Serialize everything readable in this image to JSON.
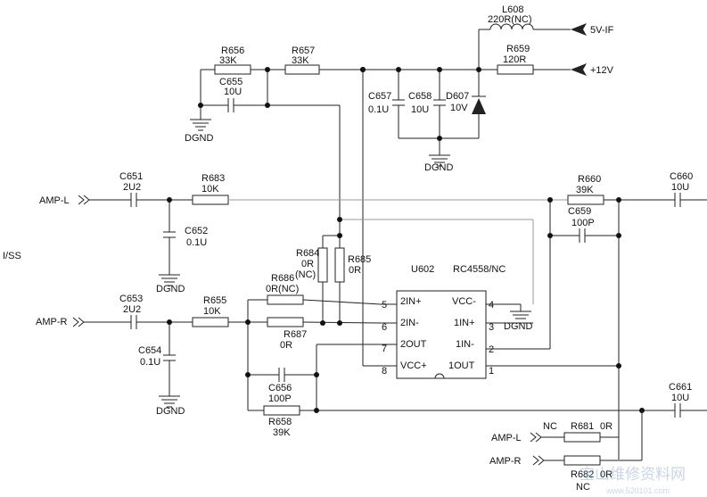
{
  "labels": {
    "R656": "R656",
    "R656_val": "33K",
    "R657": "R657",
    "R657_val": "33K",
    "C655": "C655",
    "C655_val": "10U",
    "DGND_a": "DGND",
    "L608": "L608",
    "L608_val": "220R(NC)",
    "R659": "R659",
    "R659_val": "120R",
    "pwr_5vif": "5V-IF",
    "pwr_12v": "+12V",
    "C657": "C657",
    "C657_val": "0.1U",
    "C658": "C658",
    "C658_val": "10U",
    "D607": "D607",
    "D607_val": "10V",
    "DGND_b": "DGND",
    "C651": "C651",
    "C651_val": "2U2",
    "R683": "R683",
    "R683_val": "10K",
    "ampl_in": "AMP-L",
    "C652": "C652",
    "C652_val": "0.1U",
    "DGND_c": "DGND",
    "R660": "R660",
    "R660_val": "39K",
    "C659": "C659",
    "C659_val": "100P",
    "C660": "C660",
    "C660_val": "10U",
    "side": "I/SS",
    "R684": "R684",
    "R684_val": "0R",
    "R684_nc": "(NC)",
    "R685": "R685",
    "R685_val": "0R",
    "R686": "R686",
    "R686_val": "0R(NC)",
    "R687": "R687",
    "R687_val": "0R",
    "U602": "U602",
    "U602_part": "RC4558/NC",
    "C653": "C653",
    "C653_val": "2U2",
    "R655": "R655",
    "R655_val": "10K",
    "ampr_in": "AMP-R",
    "C654": "C654",
    "C654_val": "0.1U",
    "DGND_d": "DGND",
    "DGND_e": "DGND",
    "C656": "C656",
    "C656_val": "100P",
    "R658": "R658",
    "R658_val": "39K",
    "C661": "C661",
    "C661_val": "10U",
    "NC": "NC",
    "R681": "R681",
    "R681_val": "0R",
    "ampl_out": "AMP-L",
    "ampr_out": "AMP-R",
    "R682": "R682",
    "R682_val": "0R",
    "NC2": "NC",
    "watermark": "宝山维修资料网",
    "watermark_url": "www.520101.com"
  },
  "ic": {
    "pins_left": [
      {
        "num": "5",
        "name": "2IN+"
      },
      {
        "num": "6",
        "name": "2IN-"
      },
      {
        "num": "7",
        "name": "2OUT"
      },
      {
        "num": "8",
        "name": "VCC+"
      }
    ],
    "pins_right": [
      {
        "num": "4",
        "name": "VCC-"
      },
      {
        "num": "3",
        "name": "1IN+"
      },
      {
        "num": "2",
        "name": "1IN-"
      },
      {
        "num": "1",
        "name": "1OUT"
      }
    ]
  }
}
